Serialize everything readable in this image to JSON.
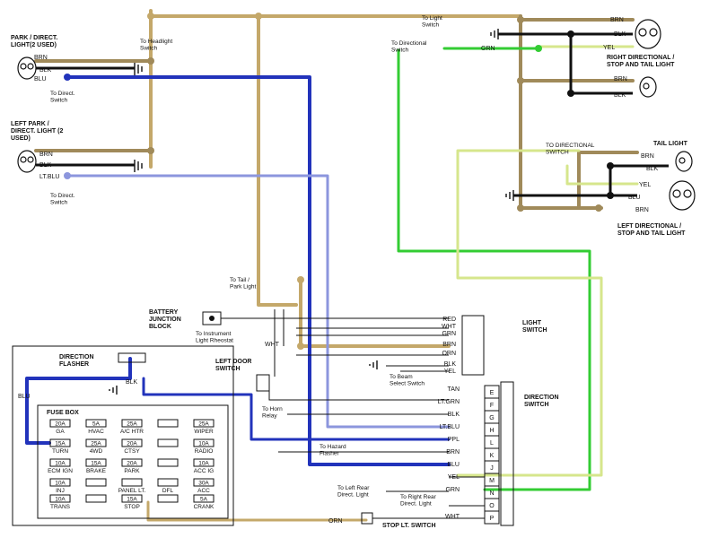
{
  "diagram": {
    "colors": {
      "tan": "#c4a86a",
      "brn": "#a08a5a",
      "blu": "#2233bb",
      "lt_blu": "#8c96dd",
      "grn": "#33cc33",
      "yel": "#d6e68c",
      "blk": "#111111"
    },
    "left_lights": {
      "park_dir_light": "PARK / DIRECT.\nLIGHT(2 USED)",
      "left_park_dir_light": "LEFT PARK /\nDIRECT. LIGHT (2\nUSED)",
      "to_headlight_switch": "To Headlight\nSwitch",
      "to_direct_switch_1": "To Direct.\nSwitch",
      "to_direct_switch_2": "To Direct.\nSwitch",
      "wire_brn_1": "BRN",
      "wire_blk_1": "BLK",
      "wire_blu_1": "BLU",
      "wire_brn_2": "BRN",
      "wire_blk_2": "BLK",
      "wire_ltblu_2": "LT.BLU"
    },
    "right_lights": {
      "to_light_switch": "To Light\nSwitch",
      "to_directional_switch": "To Directional\nSwitch",
      "grn": "GRN",
      "brn_top": "BRN",
      "blk_top": "BLK",
      "yel_top": "YEL",
      "right_dir_stop_tail": "RIGHT DIRECTIONAL /\nSTOP AND TAIL LIGHT",
      "brn_mid": "BRN",
      "blk_mid": "BLK",
      "to_directional_switch_caps": "TO DIRECTIONAL\nSWITCH",
      "tail_light": "TAIL LIGHT",
      "brn_tail": "BRN",
      "blk_tail": "BLK",
      "yel_tail": "YEL",
      "blu_tail": "BLU",
      "brn_bottom": "BRN",
      "left_dir_stop_tail": "LEFT DIRECTIONAL /\nSTOP AND TAIL LIGHT"
    },
    "center": {
      "to_tail_park_light": "To Tail /\nPark Light",
      "battery_junction": "BATTERY\nJUNCTION\nBLOCK",
      "to_instrument_rheostat": "To Instrument\nLight Rheostat",
      "wht": "WHT",
      "left_door_switch": "LEFT DOOR\nSWITCH",
      "to_beam_select": "To Beam\nSelect Switch",
      "to_horn_relay": "To Horn\nRelay",
      "to_hazard_flasher": "To Hazard\nFlasher",
      "to_left_rear": "To Left Rear\nDirect. Light",
      "to_right_rear": "To Right Rear\nDirect. Light",
      "stop_lt_switch": "STOP LT. SWITCH",
      "orn_bottom": "ORN"
    },
    "light_switch": {
      "title": "LIGHT\nSWITCH",
      "wires": [
        "RED",
        "WHT",
        "GRN",
        "BRN",
        "ORN",
        "BLK",
        "YEL"
      ]
    },
    "direction_switch": {
      "title": "DIRECTION\nSWITCH",
      "terminals": [
        "E",
        "F",
        "G",
        "H",
        "L",
        "K",
        "J",
        "M",
        "N",
        "O",
        "P"
      ],
      "wires": [
        "TAN",
        "LT.GRN",
        "BLK",
        "LT.BLU",
        "PPL",
        "BRN",
        "BLU",
        "YEL",
        "GRN",
        "WHT"
      ]
    },
    "fuse_box": {
      "flasher_label": "DIRECTION\nFLASHER",
      "blk": "BLK",
      "blu": "BLU",
      "title": "FUSE BOX",
      "fuses": [
        {
          "amp": "20A",
          "name": "GA"
        },
        {
          "amp": "5A",
          "name": "HVAC"
        },
        {
          "amp": "25A",
          "name": "A/C HTR"
        },
        {
          "amp": "",
          "name": ""
        },
        {
          "amp": "25A",
          "name": "WIPER"
        },
        {
          "amp": "15A",
          "name": "TURN"
        },
        {
          "amp": "25A",
          "name": "4WD"
        },
        {
          "amp": "20A",
          "name": "CTSY"
        },
        {
          "amp": "",
          "name": ""
        },
        {
          "amp": "10A",
          "name": "RADIO"
        },
        {
          "amp": "10A",
          "name": "ECM IGN"
        },
        {
          "amp": "15A",
          "name": "BRAKE"
        },
        {
          "amp": "20A",
          "name": "PARK"
        },
        {
          "amp": "",
          "name": ""
        },
        {
          "amp": "10A",
          "name": "ACC IG"
        },
        {
          "amp": "10A",
          "name": "INJ"
        },
        {
          "amp": "",
          "name": ""
        },
        {
          "amp": "",
          "name": "PANEL LT."
        },
        {
          "amp": "",
          "name": "DFL"
        },
        {
          "amp": "30A",
          "name": "ACC"
        },
        {
          "amp": "10A",
          "name": "TRANS"
        },
        {
          "amp": "",
          "name": ""
        },
        {
          "amp": "15A",
          "name": "STOP"
        },
        {
          "amp": "",
          "name": ""
        },
        {
          "amp": "5A",
          "name": "CRANK"
        }
      ]
    }
  }
}
